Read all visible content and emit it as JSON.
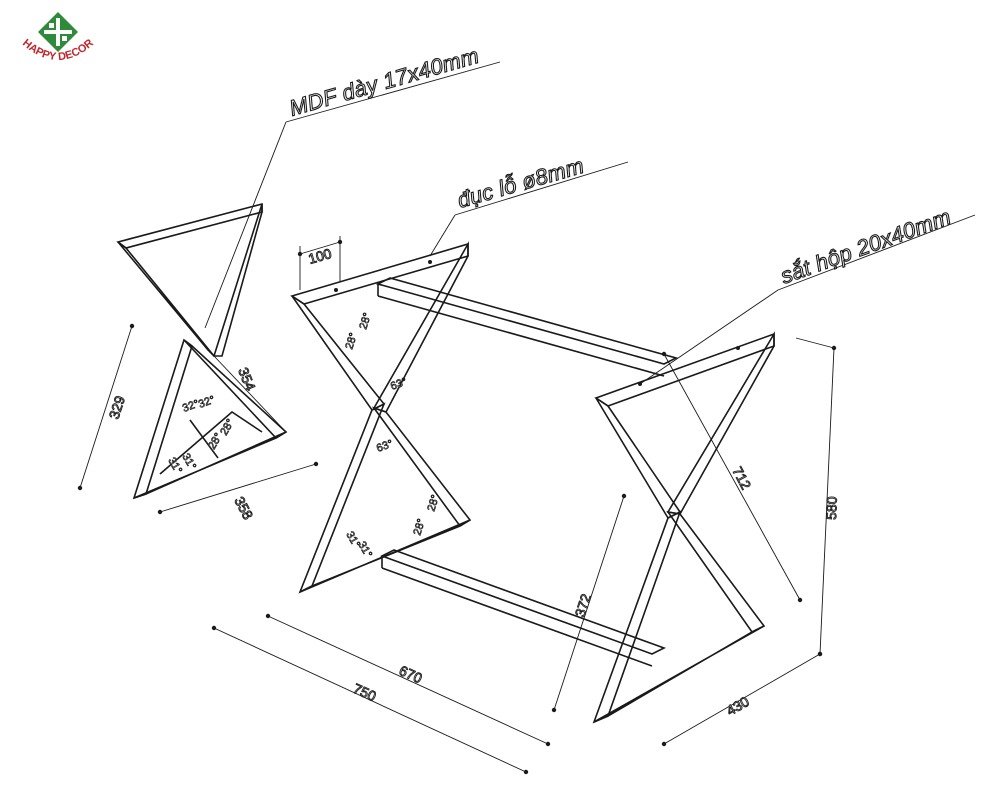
{
  "logo": {
    "brand_text": "HAPPY DECOR",
    "colors": {
      "mark": "#2e8b3a",
      "text": "#c0262d"
    }
  },
  "callouts": {
    "mdf": "MDF dày 17x40mm",
    "drill": "đục lỗ ø8mm",
    "steel": "sắt hộp 20x40mm"
  },
  "side_view": {
    "height": "329",
    "diagonal": "354",
    "base": "358",
    "angles": [
      "32°",
      "32°",
      "28°",
      "28°",
      "31°",
      "31°"
    ]
  },
  "main_view": {
    "hole_spacing": "100",
    "angles_upper": [
      "28°",
      "28°"
    ],
    "angle_63_top": "63°",
    "angle_63_bottom": "63°",
    "angles_lower": [
      "28°",
      "28°"
    ],
    "angles_bottom_left": [
      "31°",
      "31°"
    ],
    "inner_length": "670",
    "outer_length": "750",
    "inner_height": "372",
    "diagonal": "712",
    "height": "580",
    "depth": "430"
  }
}
